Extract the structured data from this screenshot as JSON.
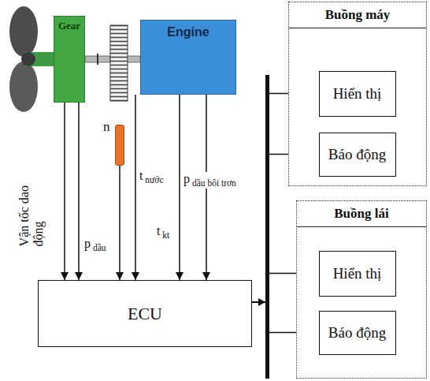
{
  "diagram": {
    "nodes": [
      {
        "text": [
          "Gear"
        ]
      },
      {
        "text": [
          "Engine"
        ]
      },
      {
        "text": [
          "n"
        ]
      },
      {
        "text": [
          "ECU"
        ]
      },
      {
        "text": [
          "Buồng máy"
        ]
      },
      {
        "text": [
          "Hiển thị"
        ],
        "in": 4
      },
      {
        "text": [
          "Báo động"
        ],
        "in": 4
      },
      {
        "text": [
          "Buồng lái"
        ]
      },
      {
        "text": [
          "Hiển thị"
        ],
        "in": 7
      },
      {
        "text": [
          "Báo động"
        ],
        "in": 7
      }
    ],
    "edges": [
      {
        "from": 0,
        "to": 3,
        "label": "Vận tốc dao động",
        "arrow": "to"
      },
      {
        "from": 0,
        "to": 3,
        "label": "p dầu",
        "arrow": "to"
      },
      {
        "from": 2,
        "to": 3,
        "arrow": "to"
      },
      {
        "from": 1,
        "to": 3,
        "label": "t nước",
        "arrow": "to"
      },
      {
        "from": 1,
        "to": 3,
        "label": "t kt",
        "arrow": "to"
      },
      {
        "from": 1,
        "to": 3,
        "label": "p dầu bôi trơn",
        "arrow": "to"
      },
      {
        "from": 3,
        "to": 5,
        "arrow": "to"
      },
      {
        "from": 3,
        "to": 6,
        "arrow": "to"
      },
      {
        "from": 3,
        "to": 8,
        "arrow": "to"
      },
      {
        "from": 3,
        "to": 9,
        "arrow": "to"
      }
    ]
  }
}
